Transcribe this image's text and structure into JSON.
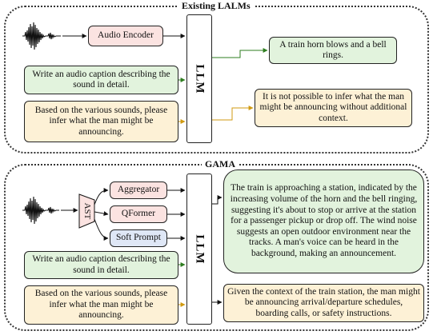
{
  "top_panel": {
    "title": "Existing LALMs",
    "audio_encoder": "Audio Encoder",
    "caption_prompt": "Write an audio caption describing the sound in detail.",
    "infer_prompt": "Based on the various sounds, please infer what the man might be announcing.",
    "llm": "LLM",
    "caption_output": "A train horn blows and a bell rings.",
    "infer_output": "It is not possible to infer what the man might be announcing without additional context."
  },
  "bottom_panel": {
    "title": "GAMA",
    "ast": "AST",
    "aggregator": "Aggregator",
    "qformer": "QFormer",
    "soft_prompt": "Soft Prompt",
    "caption_prompt": "Write an audio caption describing the sound in detail.",
    "infer_prompt": "Based on the various sounds, please infer what the man might be announcing.",
    "llm": "LLM",
    "caption_output": "The train is approaching a station, indicated by the increasing volume of the horn and the bell ringing, suggesting it's about to stop or arrive at the station for a passenger pickup or drop off. The wind noise suggests an open outdoor environment near the tracks. A man's voice can be heard in the background, making an announcement.",
    "infer_output": "Given the context of the train station, the man might be announcing arrival/departure schedules, boarding calls, or safety instructions."
  },
  "colors": {
    "pink": "#fbe3e1",
    "green": "#e2f3dd",
    "yellow": "#fdf1d6",
    "blue": "#dfe7f6",
    "green_arrow": "#2e7d1f",
    "yellow_arrow": "#d19a10"
  },
  "icons": [
    "waveform-icon"
  ]
}
